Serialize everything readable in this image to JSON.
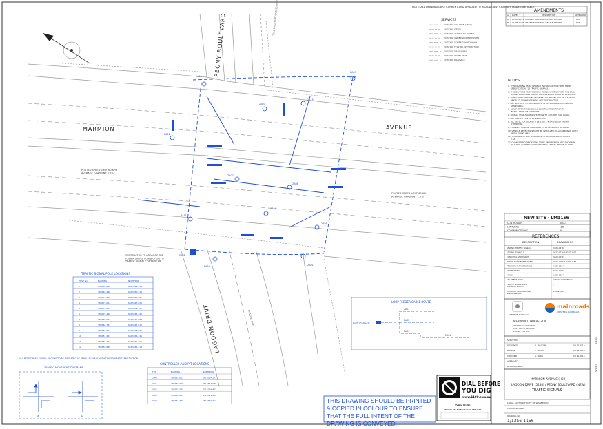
{
  "top_note": "NOTE: ALL DRAWINGS ARE CURRENT AND UPDATED TO INCLUDE ANY CHANGES MADE (SEE TABLE)",
  "streets": {
    "marmion": "MARMION",
    "avenue": "AVENUE",
    "peony": "PEONY  BOULEVARD",
    "lagoon": "LAGOON DRIVE"
  },
  "map_labels": {
    "speed_left": "POSTED SPEED LIMIT 60 KPH\nAVERAGE GRADIENT 0.0%",
    "speed_right": "POSTED SPEED LIMIT 60 KPH\nAVERAGE GRADIENT 1.0%",
    "controller_note": "CONTRACTOR TO ARRANGE THE\nPOWER SUPPLY CONNECTION TO\nTRAFFIC SIGNAL CONTROLLER",
    "pipe_a": "TOLE UNDERGROUND SERVICES",
    "pipe_b": "EXISTING PIPE",
    "pole_labels": [
      "2A10",
      "2A09",
      "2A15",
      "2A03",
      "2A12",
      "2A07",
      "2A08",
      "2A11",
      "2A04",
      "2A05",
      "2A06",
      "2A01",
      "2A02"
    ]
  },
  "amendments": {
    "title": "AMENDMENTS",
    "headers": [
      "A",
      "DATE",
      "DESCRIPTION",
      "APPROVED"
    ],
    "rows": [
      [
        "A",
        "01.03.2015",
        "ISSUED FOR MRWA DESIGN REVIEW",
        "DM"
      ],
      [
        "B",
        "11.05.2015",
        "ISSUED FOR MRWA DESIGN REVIEW",
        "DM"
      ]
    ]
  },
  "legend": {
    "title": "SERVICES",
    "items": [
      "EXISTING GAS MAIN (ATCO)",
      "EXISTING OPTUS",
      "EXISTING OVERHEAD POWER",
      "EXISTING UNDERGROUND POWER",
      "EXISTING SEWER GRAVITY MAIN",
      "EXISTING TELSTRA DISTRIBUTION",
      "EXISTING DRAIN PIPES",
      "EXISTING WATER MAIN",
      "EXISTING DRAINAGE"
    ]
  },
  "notes": {
    "title": "NOTES",
    "items": [
      "1. THIS DRAWING MUST BE READ IN CONJUNCTION WITH MRWA SPECIFICATION 710 TRAFFIC SIGNALS.",
      "2. THIS DRAWING MUST BE READ IN CONJUNCTION WITH THE CIVIL DESIGN DRAWINGS AND ANY DISCREPANCY SHALL BE REPORTED.",
      "3. THIRD PARTY SERVICES MUST BE LOCATED BY WAY OF A SURVEY PRIOR TO COMMENCEMENT OF CONSTRUCTION.",
      "4. ALL NEW PITS TO BE INSTALLED IN ACCORDANCE WITH MRWA STANDARDS.",
      "5. CONTACT TRAFFIC SIGNALS CONSTRUCTION PRIOR TO INSTALLATION OF CONDUITS.",
      "6. INSTALL STAR ARMING SYSTEM WITH 1X CORE PULL CABLE.",
      "7. ALL UNUSED PITS TO BE REMOVED.",
      "8. ALL DETECTOR LOOPS TO BE 2.0M X 4.5M UNLESS SHOWN OTHERWISE.",
      "9. CHANGES TO LANE MARKINGS TO BE APPROVED BY MRWA.",
      "10. VEHICLE DETECTORS MUST BE INSTALLED IN ACCORDANCE WITH MRWA GUIDELINES.",
      "11. TEMPORARY TRAFFIC SIGNALS TO BE INSTALLED IN POLES 2.5M.",
      "12. CHANGED MODIFICATIONS TO BE UNDERTAKEN AND SHOWN IN BLUE FOR CONSTRUCTION; EXISTING ASSETS SHOWN IN GREY."
    ]
  },
  "site": {
    "title": "NEW SITE - LM1156",
    "rows": [
      [
        "CONTROLLER",
        "ATSC4"
      ],
      [
        "LANTERNS",
        "LED"
      ],
      [
        "COMMUNICATIONS",
        "3G"
      ]
    ]
  },
  "references": {
    "title": "REFERENCES",
    "headers": [
      "DESCRIPTION",
      "DRAWING NO"
    ],
    "rows": [
      [
        "LEGEND: TRAFFIC SIGNALS",
        "9320-0476"
      ],
      [
        "LEGEND: SYMBOLS",
        "9521-1716 & 9520-1017"
      ],
      [
        "CONDUIT & STANDARDS",
        "9420-0276"
      ],
      [
        "RAISED PAVEMENT MARKERS",
        "9321-1156 & 9320-1187"
      ],
      [
        "PEDESTRIAN RAMP DETAILS",
        "9420-0204"
      ],
      [
        "LINE MARKING",
        "9321-1156"
      ],
      [
        "ANNEX",
        "9321-0204"
      ],
      [
        "CHANNELISATION",
        "CITY OF WANNEROO"
      ],
      [
        "TRAFFIC SIGNAL POLE AND LOOP LAYOUT",
        "-"
      ],
      [
        "PAVEMENT MARKINGS AND MINOR SIGNING",
        "2016s-0003"
      ]
    ]
  },
  "logos": {
    "state": "WESTERN AUSTRALIA",
    "mainroads": "mainroads",
    "mainroads_sub": "WESTERN AUSTRALIA",
    "region": "METROPOLITAN REGION",
    "address_lines": [
      "WATERLOO CRESCENT",
      "EAST PERTH WA 6004",
      "PHONE: 138 138"
    ]
  },
  "signatures": {
    "rows": [
      [
        "SURVEYED",
        "",
        ""
      ],
      [
        "DESIGNED",
        "D. WALTON",
        "09.11.2015"
      ],
      [
        "DRAWN",
        "T. SALAS",
        "09.11.2015"
      ],
      [
        "CHECKED",
        "S. PARIS",
        "29.11.2015"
      ],
      [
        "APPROVED",
        "",
        ""
      ],
      [
        "RECOMMENDED",
        "",
        ""
      ]
    ]
  },
  "drawing_title": {
    "lines": [
      "MARMION AVENUE (H22)",
      "LAGOON DRIVE (5488) / PEONY BOULEVARD (NEW)",
      "TRAFFIC SIGNALS"
    ]
  },
  "admin": {
    "local_authority": "LOCAL AUTHORITY   CITY OF WANNEROO",
    "commissioned": "COMMISSIONED",
    "drawing_no_label": "DRAWING No",
    "drawing_no": "1/1356-1156"
  },
  "side_labels": [
    "1:250",
    "SHEET"
  ],
  "signal_table": {
    "title": "TRAFFIC SIGNAL POLE LOCATIONS",
    "headers": [
      "POST No",
      "EASTING",
      "NORTHING"
    ],
    "rows": [
      [
        "1",
        "383163.826",
        "6513349.144"
      ],
      [
        "2",
        "383165.498",
        "6513350.236"
      ],
      [
        "3",
        "383173.920",
        "6513348.442"
      ],
      [
        "4",
        "383172.004",
        "6513347.826"
      ],
      [
        "5",
        "383174.855",
        "6513339.120"
      ],
      [
        "6",
        "383175.460",
        "6513335.442"
      ],
      [
        "7",
        "383169.924",
        "6513329.883"
      ],
      [
        "8",
        "383162.741",
        "6513327.610"
      ],
      [
        "9",
        "383158.802",
        "6513328.961"
      ],
      [
        "10",
        "383157.263",
        "6513336.145"
      ],
      [
        "11",
        "383155.491",
        "6513341.205"
      ],
      [
        "12",
        "383159.630",
        "6513345.114"
      ]
    ]
  },
  "controller_table": {
    "title": "CONTROLLER AND PIT LOCATIONS",
    "headers": [
      "ITEM",
      "EASTING",
      "NORTHING"
    ],
    "rows": [
      [
        "CONT",
        "383161.003",
        "6513354.271"
      ],
      [
        "2A01",
        "383169.906",
        "6513353.080"
      ],
      [
        "2A02",
        "383178.520",
        "6513339.463"
      ],
      [
        "2A03",
        "383162.201",
        "6513324.887"
      ],
      [
        "2A04",
        "383153.740",
        "6513340.017"
      ]
    ]
  },
  "pedestrian": {
    "note": "ALL PEDESTRIAN SIGNAL GROUPS TO BE OPERATED AS PARALLEL WALK WITH THE SEPARATED PROTECTION",
    "title": "TRAFFIC MOVEMENT DIAGRAMS",
    "phases": [
      "A",
      "B"
    ]
  },
  "cable_route": {
    "title": "LOOP FEEDER CABLE ROUTE",
    "controller": "CONTROLLER",
    "pits": [
      "2A01",
      "2A02",
      "2A03",
      "2A04"
    ]
  },
  "print_warning": "THIS DRAWING SHOULD BE PRINTED & COPIED IN COLOUR TO ENSURE THAT THE FULL INTENT OF THE DRAWING IS CONVEYED.",
  "dbyd": {
    "line1": "DIAL BEFORE",
    "line2": "YOU DIG",
    "web": "www.1100.com.au",
    "warning_title": "WARNING",
    "warning_sub": "BEWARE OF UNDERGROUND SERVICES"
  },
  "colors": {
    "blue": "#1f4fd6",
    "grey": "#9a9a9a",
    "line": "#555555",
    "brand_orange": "#f07a00",
    "brand_blue": "#1b5fb5"
  }
}
